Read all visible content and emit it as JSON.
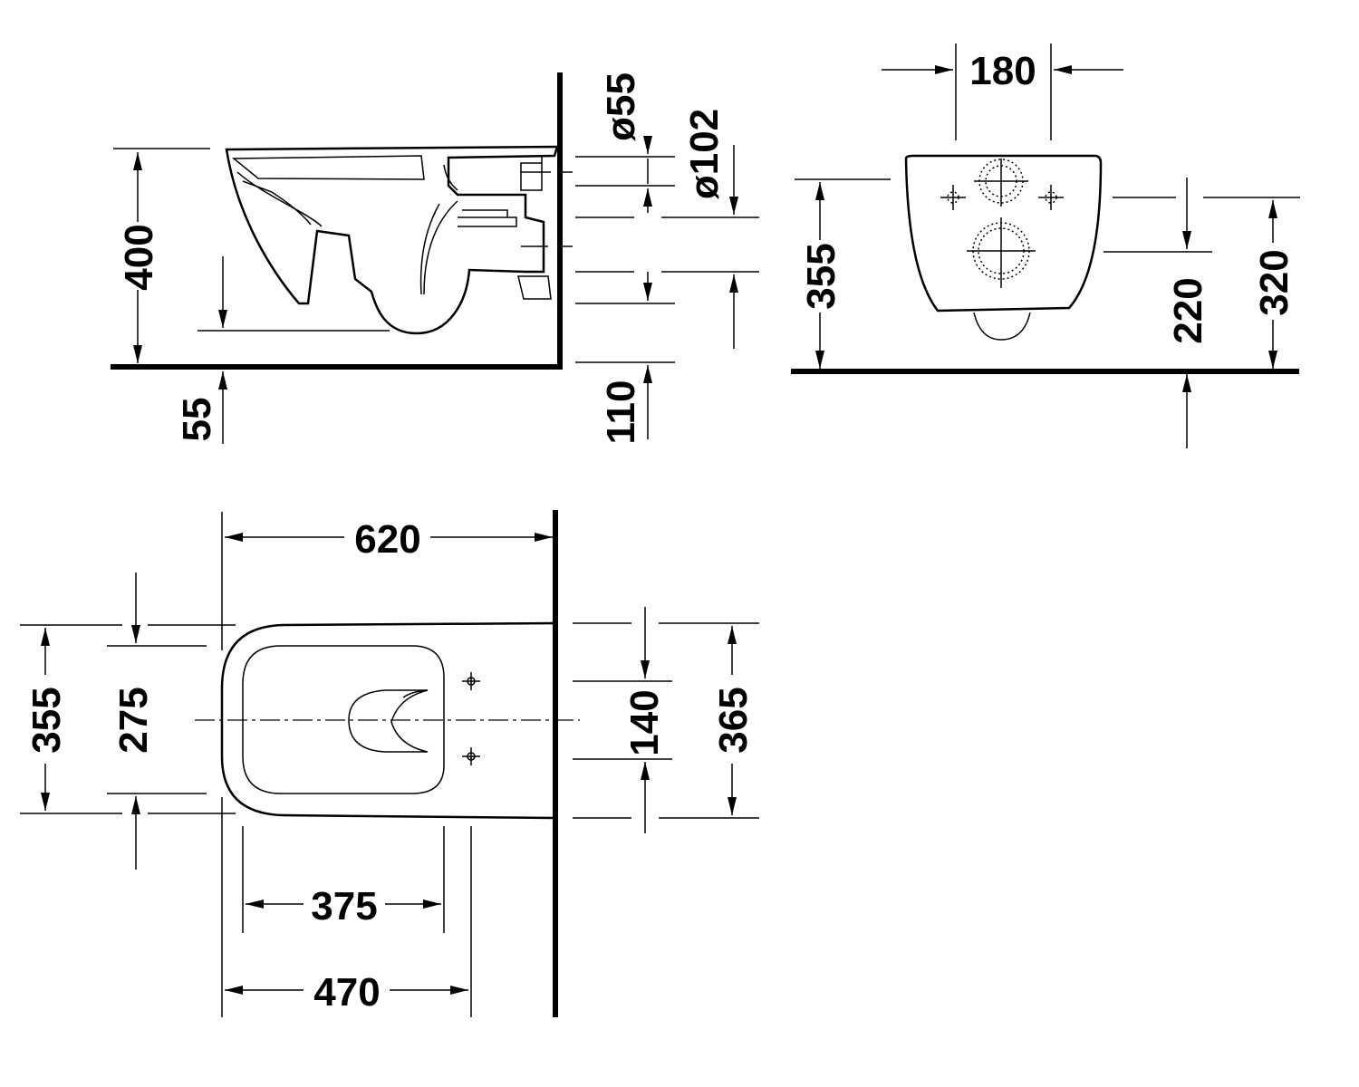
{
  "side_view": {
    "dim_height": "400",
    "dim_floor_gap": "55",
    "dim_inlet_dia": "ø55",
    "dim_outlet_dia": "ø102",
    "dim_outlet_height": "110"
  },
  "back_view": {
    "dim_inlet_spacing": "180",
    "dim_height": "355",
    "dim_outlet_center": "220",
    "dim_fixing_height": "320"
  },
  "top_view": {
    "dim_length": "620",
    "dim_width": "355",
    "dim_seat_width": "275",
    "dim_fixing_spacing": "140",
    "dim_back_width": "365",
    "dim_bowl_length": "375",
    "dim_seat_length": "470"
  }
}
